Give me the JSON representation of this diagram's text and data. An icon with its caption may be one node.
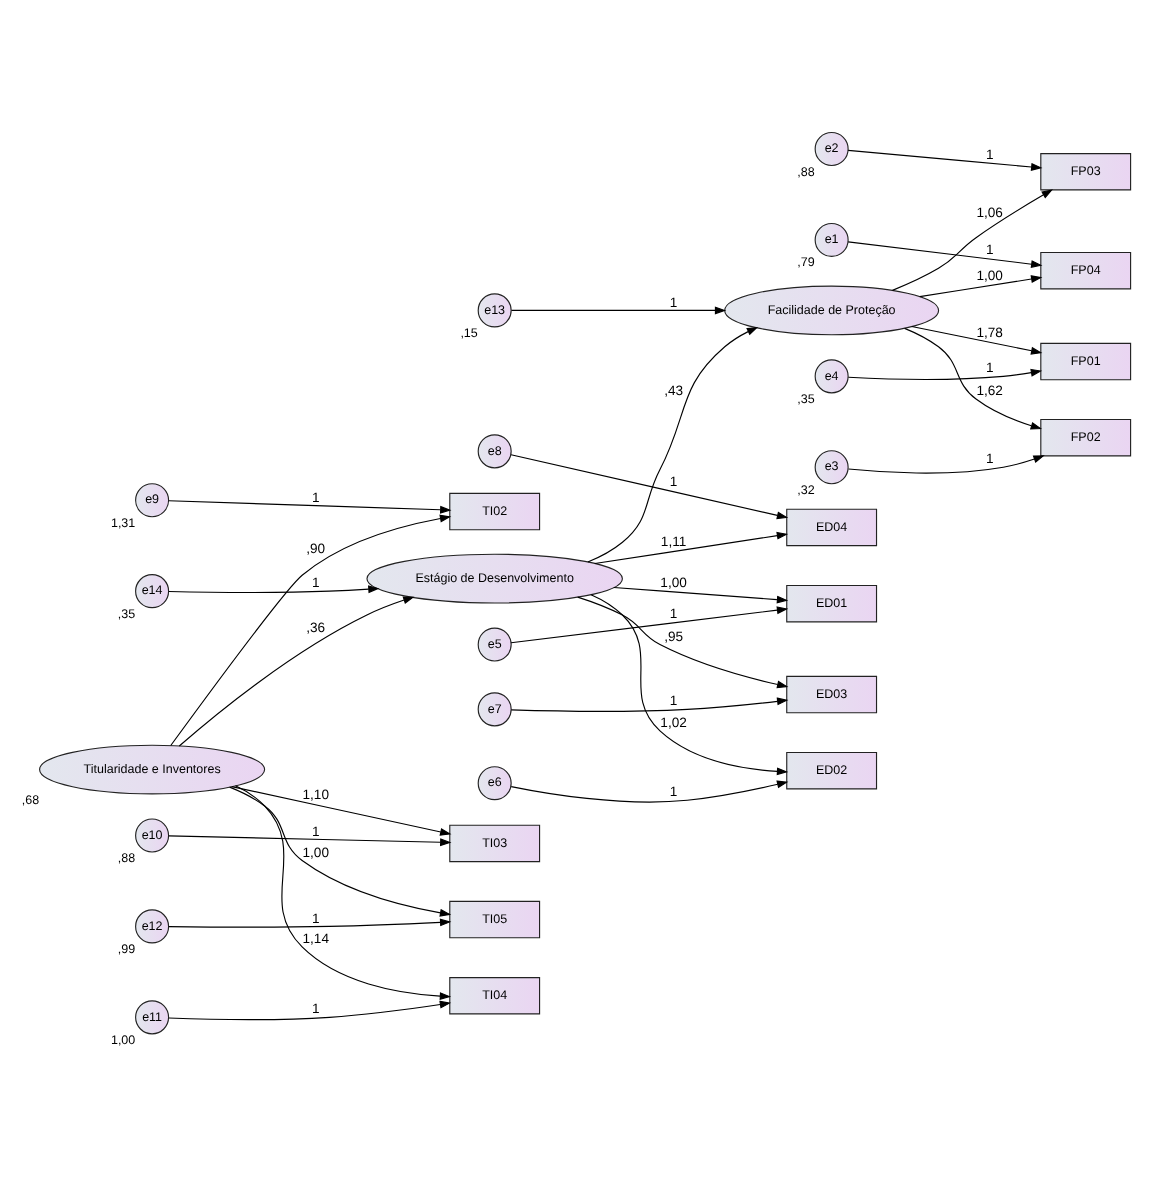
{
  "diagram": {
    "nodes": [
      {
        "text": [
          "e1"
        ],
        "beside": [
          ",79"
        ]
      },
      {
        "text": [
          "e2"
        ],
        "beside": [
          ",88"
        ]
      },
      {
        "text": [
          "e3"
        ],
        "beside": [
          ",32"
        ]
      },
      {
        "text": [
          "e4"
        ],
        "beside": [
          ",35"
        ]
      },
      {
        "text": [
          "FP04"
        ]
      },
      {
        "text": [
          "FP03"
        ]
      },
      {
        "text": [
          "FP02"
        ]
      },
      {
        "text": [
          "FP01"
        ]
      },
      {
        "text": [
          "Facilidade de Proteção"
        ]
      },
      {
        "text": [
          "e13"
        ],
        "beside": [
          ",15"
        ]
      },
      {
        "text": [
          "e14"
        ],
        "beside": [
          ",35"
        ]
      },
      {
        "text": [
          "Estágio de Desenvolvimento"
        ]
      },
      {
        "text": [
          "ED01"
        ]
      },
      {
        "text": [
          "ED02"
        ]
      },
      {
        "text": [
          "ED03"
        ]
      },
      {
        "text": [
          "ED04"
        ]
      },
      {
        "text": [
          "e5"
        ]
      },
      {
        "text": [
          "e6"
        ]
      },
      {
        "text": [
          "e7"
        ]
      },
      {
        "text": [
          "e8"
        ]
      },
      {
        "text": [
          "e9"
        ],
        "beside": [
          "1,31"
        ]
      },
      {
        "text": [
          "TI02"
        ]
      },
      {
        "text": [
          "e10"
        ],
        "beside": [
          ",88"
        ]
      },
      {
        "text": [
          "TI03"
        ]
      },
      {
        "text": [
          "e11"
        ],
        "beside": [
          "1,00"
        ]
      },
      {
        "text": [
          "TI04"
        ]
      },
      {
        "text": [
          "e12"
        ],
        "beside": [
          ",99"
        ]
      },
      {
        "text": [
          "TI05"
        ]
      },
      {
        "text": [
          "Titularidade e Inventores"
        ],
        "beside": [
          ",68"
        ]
      }
    ],
    "edges": [
      {
        "from": 0,
        "to": 4,
        "arrow": "to",
        "label": "1"
      },
      {
        "from": 1,
        "to": 5,
        "arrow": "to",
        "label": "1"
      },
      {
        "from": 2,
        "to": 6,
        "arrow": "to",
        "label": "1"
      },
      {
        "from": 3,
        "to": 7,
        "arrow": "to",
        "label": "1"
      },
      {
        "from": 8,
        "to": 4,
        "arrow": "to",
        "label": "1,00"
      },
      {
        "from": 8,
        "to": 5,
        "arrow": "to",
        "label": "1,06"
      },
      {
        "from": 8,
        "to": 6,
        "arrow": "to",
        "label": "1,62"
      },
      {
        "from": 8,
        "to": 7,
        "arrow": "to",
        "label": "1,78"
      },
      {
        "from": 9,
        "to": 8,
        "arrow": "to",
        "label": "1"
      },
      {
        "from": 11,
        "to": 8,
        "arrow": "to",
        "label": ",43"
      },
      {
        "from": 10,
        "to": 11,
        "arrow": "to",
        "label": "1"
      },
      {
        "from": 11,
        "to": 12,
        "arrow": "to",
        "label": "1,00"
      },
      {
        "from": 11,
        "to": 13,
        "arrow": "to",
        "label": "1,02"
      },
      {
        "from": 11,
        "to": 14,
        "arrow": "to",
        "label": ",95"
      },
      {
        "from": 11,
        "to": 15,
        "arrow": "to",
        "label": "1,11"
      },
      {
        "from": 16,
        "to": 12,
        "arrow": "to",
        "label": "1"
      },
      {
        "from": 17,
        "to": 13,
        "arrow": "to",
        "label": "1"
      },
      {
        "from": 18,
        "to": 14,
        "arrow": "to",
        "label": "1"
      },
      {
        "from": 19,
        "to": 15,
        "arrow": "to",
        "label": "1"
      },
      {
        "from": 20,
        "to": 21,
        "arrow": "to",
        "label": "1"
      },
      {
        "from": 22,
        "to": 23,
        "arrow": "to",
        "label": "1"
      },
      {
        "from": 24,
        "to": 25,
        "arrow": "to",
        "label": "1"
      },
      {
        "from": 26,
        "to": 27,
        "arrow": "to",
        "label": "1"
      },
      {
        "from": 28,
        "to": 21,
        "arrow": "to",
        "label": ",90"
      },
      {
        "from": 28,
        "to": 23,
        "arrow": "to",
        "label": "1,10"
      },
      {
        "from": 28,
        "to": 25,
        "arrow": "to",
        "label": "1,14"
      },
      {
        "from": 28,
        "to": 27,
        "arrow": "to",
        "label": "1,00"
      },
      {
        "from": 28,
        "to": 11,
        "arrow": "to",
        "label": ",36"
      }
    ]
  }
}
